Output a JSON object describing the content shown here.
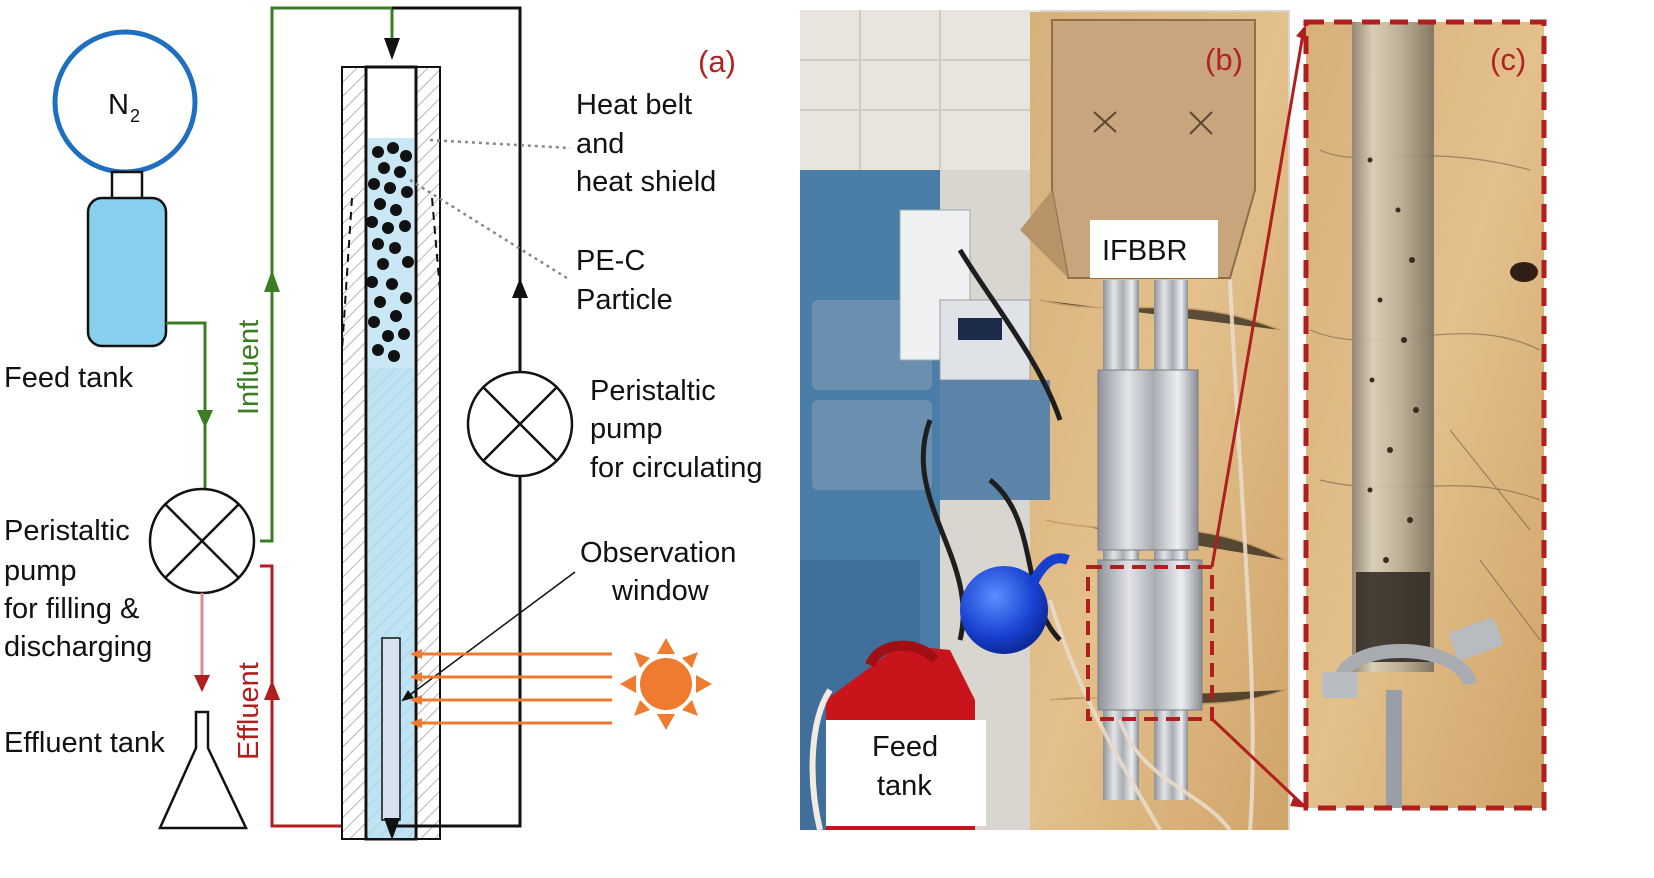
{
  "panels": {
    "a": "(a)",
    "b": "(b)",
    "c": "(c)"
  },
  "diagram": {
    "gas": {
      "symbol": "N",
      "subscript": "2"
    },
    "feed_tank": "Feed tank",
    "pump_fill": [
      "Peristaltic",
      "pump",
      "for filling &",
      "discharging"
    ],
    "effluent_tank": "Effluent tank",
    "influent": "Influent",
    "effluent": "Effluent",
    "heat_belt": [
      "Heat belt",
      "and",
      "heat shield"
    ],
    "particle": [
      "PE-C",
      "Particle"
    ],
    "pump_circ": [
      "Peristaltic",
      "pump",
      "for circulating"
    ],
    "observation": [
      "Observation",
      "window"
    ]
  },
  "photos": {
    "reactor_label": "IFBBR",
    "feed_tank_label": [
      "Feed",
      "tank"
    ]
  },
  "colors": {
    "influent_line": "#3a7d22",
    "effluent_line": "#b01e1e",
    "gas_balloon": "#1f6fc0",
    "tank_fill": "#87cfee",
    "column_water": "#bfe3f2",
    "sun": "#ee7b30",
    "panel_label": "#b22222"
  }
}
